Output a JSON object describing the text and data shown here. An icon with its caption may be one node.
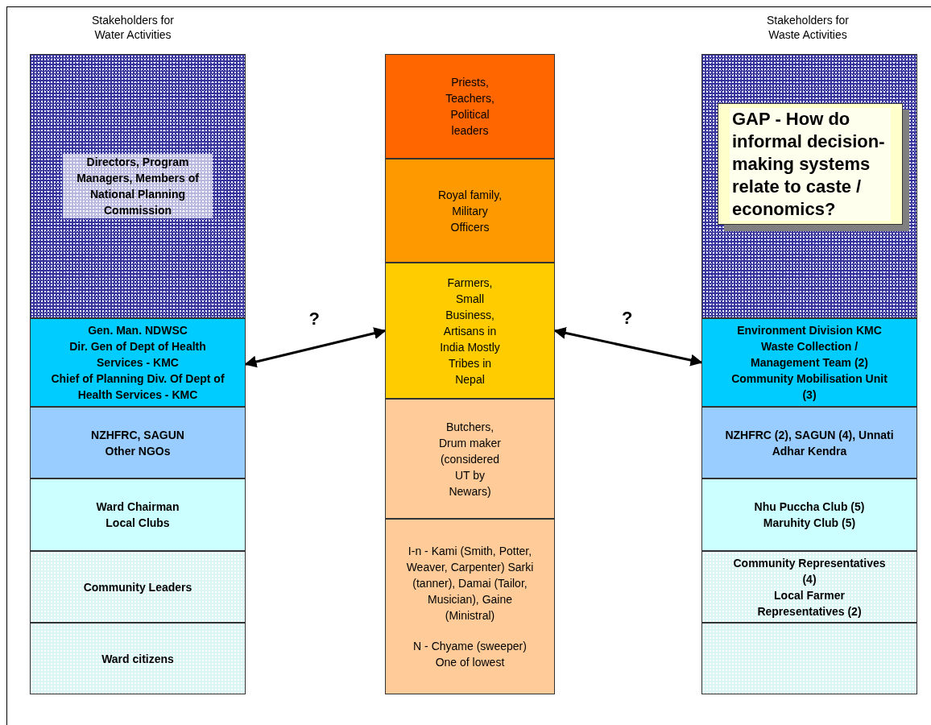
{
  "diagram": {
    "nodes": [
      {
        "text": [
          "Directors, Program Managers, Members of National Planning Commission"
        ]
      },
      {
        "text": [
          "Gen. Man. NDWSC",
          "Dir. Gen of Dept of Health Services - KMC",
          "Chief of Planning Div. Of Dept of Health Services - KMC"
        ]
      },
      {
        "text": [
          "NZHFRC, SAGUN",
          "Other NGOs"
        ]
      },
      {
        "text": [
          "Ward Chairman",
          "Local Clubs"
        ]
      },
      {
        "text": [
          "Community Leaders"
        ]
      },
      {
        "text": [
          "Ward citizens"
        ]
      },
      {
        "text": [
          "Priests, Teachers, Political leaders"
        ]
      },
      {
        "text": [
          "Royal family, Military Officers"
        ]
      },
      {
        "text": [
          "Farmers, Small Business, Artisans in India Mostly Tribes in Nepal"
        ]
      },
      {
        "text": [
          "Butchers, Drum maker (considered UT by Newars)"
        ]
      },
      {
        "text": [
          "I-n - Kami (Smith, Potter, Weaver, Carpenter) Sarki (tanner), Damai (Tailor, Musician), Gaine (Ministral)",
          "N - Chyame (sweeper) One of lowest"
        ]
      },
      {
        "text": [],
        "shape": "box"
      },
      {
        "text": [
          "GAP - How do informal decision-making systems relate to caste / economics?"
        ],
        "in": 11
      },
      {
        "text": [
          "Environment Division KMC",
          "Waste Collection / Management Team (2)",
          "Community Mobilisation Unit (3)"
        ]
      },
      {
        "text": [
          "NZHFRC (2), SAGUN (4), Unnati Adhar Kendra"
        ]
      },
      {
        "text": [
          "Nhu Puccha Club (5)",
          "Maruhity Club (5)"
        ]
      },
      {
        "text": [
          "Community Representatives (4)",
          "Local Farmer Representatives (2)"
        ]
      },
      {
        "text": [],
        "shape": "box"
      }
    ],
    "edges": [
      {
        "from": 1,
        "to": 8,
        "arrow": "both",
        "label": "?"
      },
      {
        "from": 8,
        "to": 13,
        "arrow": "both",
        "label": "?"
      }
    ],
    "labels": [
      "Stakeholders for Water Activities",
      "Stakeholders for Waste Activities"
    ]
  }
}
